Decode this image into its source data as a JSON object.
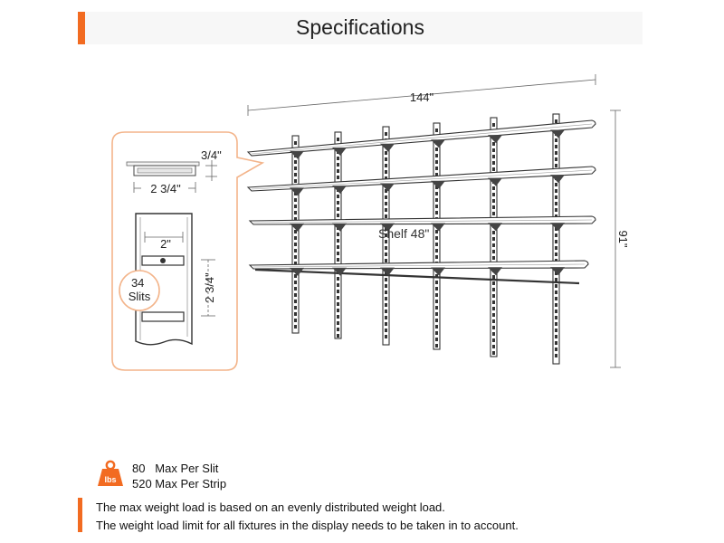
{
  "header": {
    "title": "Specifications"
  },
  "dimensions": {
    "width": "144\"",
    "height": "91\"",
    "shelf": "Shelf 48\"",
    "bracket_thickness": "3/4\"",
    "bracket_depth": "2 3/4\"",
    "strip_width": "2\"",
    "slit_pitch": "2 3/4\"",
    "slits": "34\nSlits"
  },
  "weight": {
    "icon_label": "lbs",
    "per_slit": "80   Max Per Slit",
    "per_strip": "520 Max Per Strip"
  },
  "notes": [
    "The max weight load is based on an evenly distributed weight load.",
    "The weight load limit for all fixtures in the display needs to be taken in to account."
  ],
  "colors": {
    "accent": "#f26b21",
    "inset_border": "#f3b48a"
  }
}
